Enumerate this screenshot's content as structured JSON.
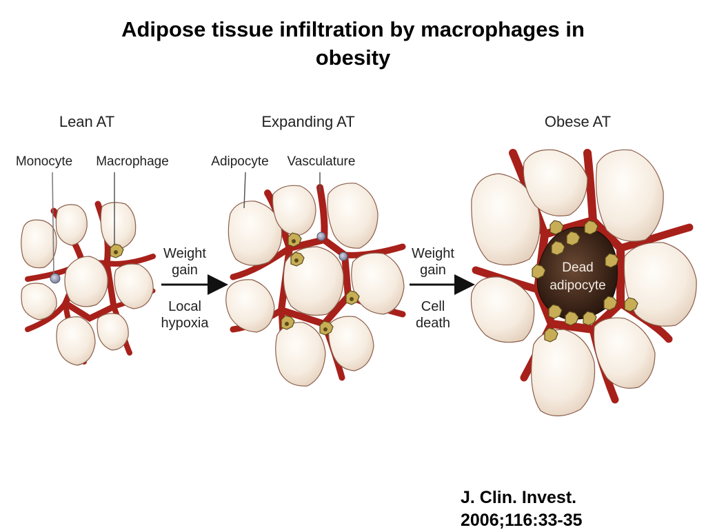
{
  "slide": {
    "title_lines": [
      "Adipose tissue infiltration by macrophages in",
      "obesity"
    ],
    "citation_lines": [
      "J. Clin. Invest.",
      "2006;116:33-35"
    ]
  },
  "panels": {
    "lean": {
      "title": "Lean AT",
      "callouts": [
        "Monocyte",
        "Macrophage"
      ]
    },
    "expanding": {
      "title": "Expanding AT",
      "callouts": [
        "Adipocyte",
        "Vasculature"
      ]
    },
    "obese": {
      "title": "Obese AT",
      "dead_label_lines": [
        "Dead",
        "adipocyte"
      ]
    }
  },
  "transitions": [
    {
      "cause": [
        "Weight",
        "gain"
      ],
      "effect": [
        "Local",
        "hypoxia"
      ]
    },
    {
      "cause": [
        "Weight",
        "gain"
      ],
      "effect": [
        "Cell",
        "death"
      ]
    }
  ],
  "colors": {
    "adipocyte_fill": "#f6ece0",
    "adipocyte_stroke": "#8a5d4a",
    "vasculature": "#a8201a",
    "vasculature_dark": "#6f100c",
    "macrophage": "#c7ad55",
    "monocyte": "#8d90ab",
    "dead_adipocyte": "#3a2317"
  },
  "icons": [
    "monocyte-icon",
    "macrophage-icon",
    "arrow-right-icon"
  ]
}
